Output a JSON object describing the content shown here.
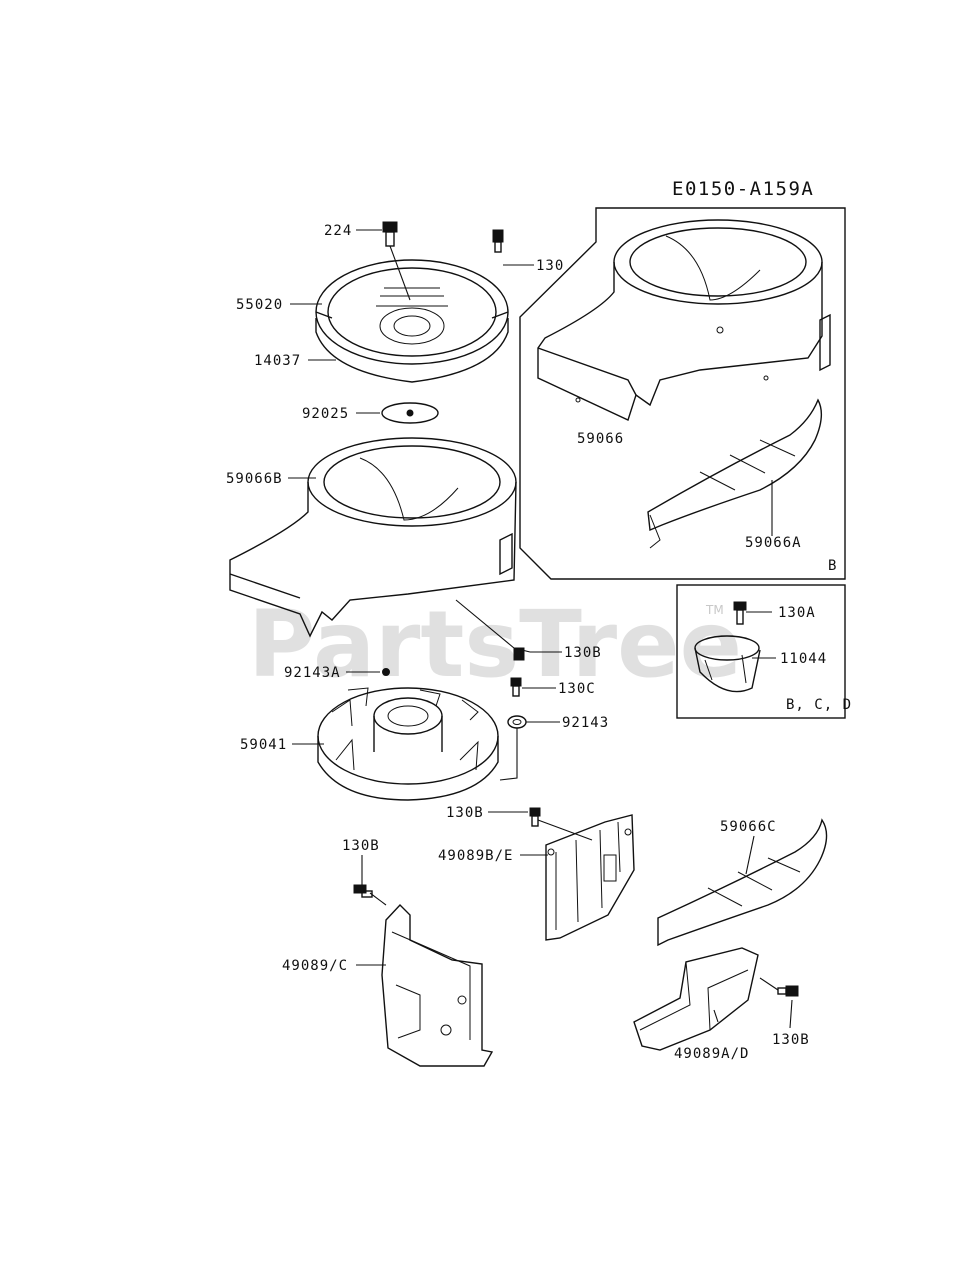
{
  "diagram": {
    "code": "E0150-A159A",
    "watermark": "PartsTree",
    "trademark": "TM",
    "inset_b_tag": "B",
    "inset_bcd_tag": "B, C, D",
    "labels": {
      "p224": "224",
      "p130": "130",
      "p55020": "55020",
      "p14037": "14037",
      "p92025": "92025",
      "p59066B": "59066B",
      "p130B_a": "130B",
      "p92143A": "92143A",
      "p130C": "130C",
      "p92143": "92143",
      "p59041": "59041",
      "p130B_b": "130B",
      "p49089BE": "49089B/E",
      "p130B_c": "130B",
      "p49089C": "49089/C",
      "p59066": "59066",
      "p59066A": "59066A",
      "p130A": "130A",
      "p11044": "11044",
      "p59066C": "59066C",
      "p130B_d": "130B",
      "p49089AD": "49089A/D"
    }
  }
}
